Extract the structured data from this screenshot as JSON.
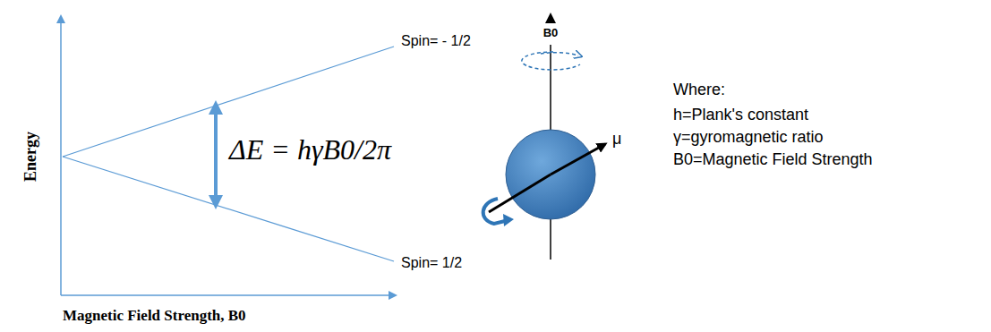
{
  "diagram": {
    "labels": [
      "Energy",
      "Magnetic Field Strength, B0",
      "Spin= - 1/2",
      "Spin= 1/2",
      "ΔE = hγB0/2π",
      "B0",
      "μ",
      "Where:",
      "h=Plank's constant",
      "γ=gyromagnetic ratio",
      "B0=Magnetic Field Strength"
    ]
  }
}
